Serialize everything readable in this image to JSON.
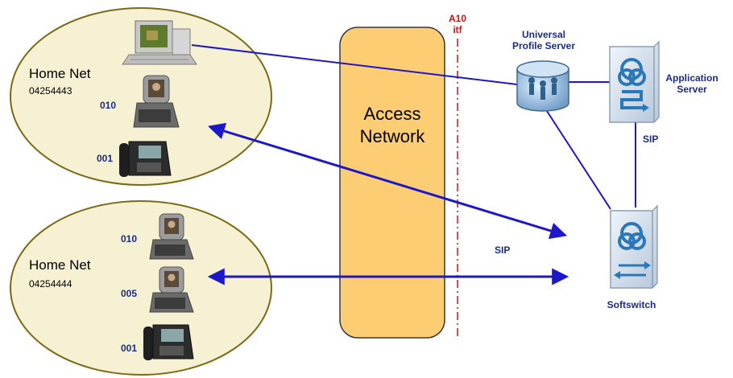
{
  "home_nets": [
    {
      "title": "Home Net",
      "number": "04254443",
      "devices": [
        "010",
        "001"
      ]
    },
    {
      "title": "Home Net",
      "number": "04254444",
      "devices": [
        "010",
        "005",
        "001"
      ]
    }
  ],
  "access_network": {
    "line1": "Access",
    "line2": "Network"
  },
  "interface": {
    "line1": "A10",
    "line2": "itf"
  },
  "servers": {
    "profile": {
      "line1": "Universal",
      "line2": "Profile Server"
    },
    "application": {
      "line1": "Application",
      "line2": "Server"
    },
    "softswitch": {
      "label": "Softswitch"
    }
  },
  "protocols": {
    "sip_vertical": "SIP",
    "sip_middle": "SIP"
  },
  "colors": {
    "ellipse_fill": "#f6f1d2",
    "ellipse_stroke": "#7b6a16",
    "access_fill": "#fccd73",
    "link": "#1c17c9",
    "dashed": "#d01010"
  }
}
